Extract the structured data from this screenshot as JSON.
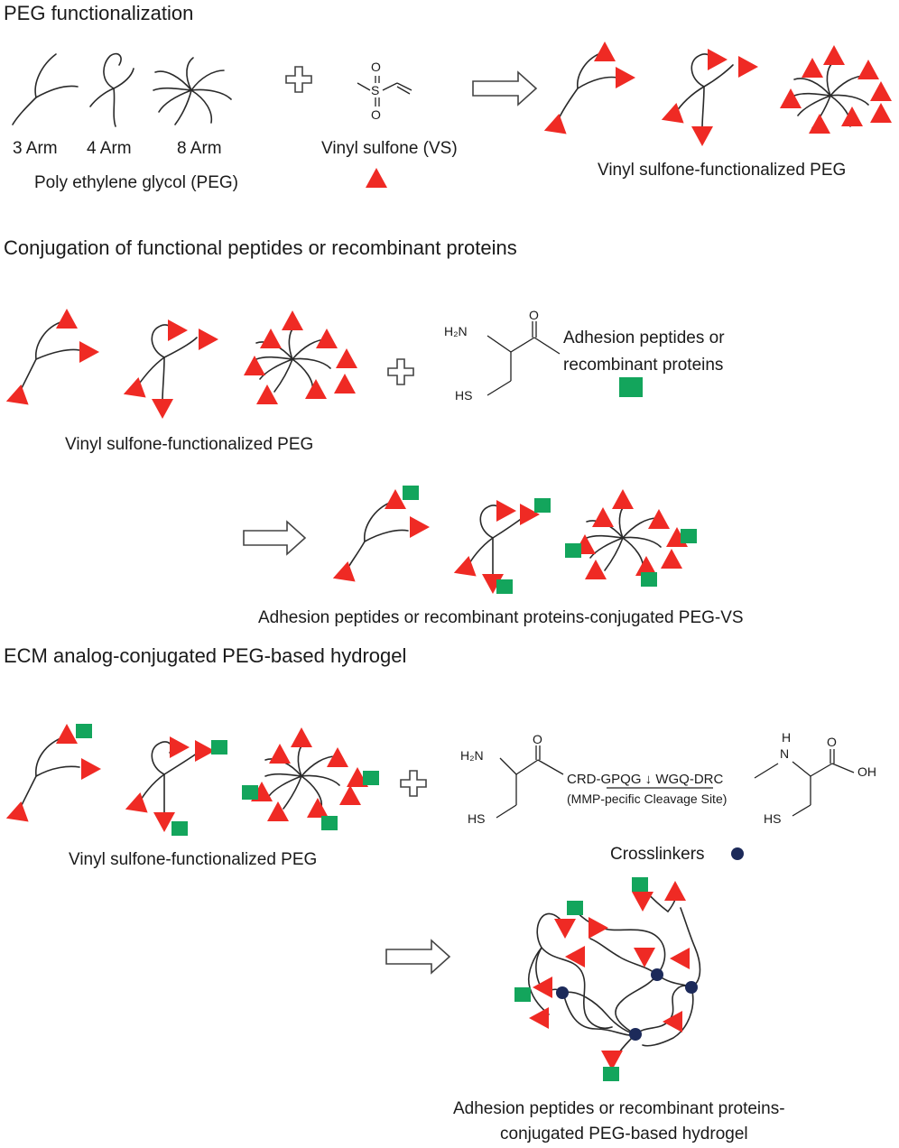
{
  "colors": {
    "vs_triangle": "#ef2a24",
    "peptide_square": "#13a55c",
    "crosslinker_dot": "#1c2a5a"
  },
  "section1": {
    "title": "PEG functionalization",
    "arm3": "3 Arm",
    "arm4": "4 Arm",
    "arm8": "8 Arm",
    "peg_label": "Poly ethylene glycol (PEG)",
    "vs_label": "Vinyl sulfone (VS)",
    "vs_atoms": {
      "sulfur": "S",
      "oxygen_top": "O",
      "oxygen_bottom": "O"
    },
    "product_label": "Vinyl sulfone-functionalized PEG"
  },
  "section2": {
    "title": "Conjugation of functional peptides or recombinant proteins",
    "reactant_label": "Vinyl sulfone-functionalized PEG",
    "cys_atoms": {
      "amine": "H₂N",
      "thiol": "HS",
      "oxygen": "O"
    },
    "peptide_label_line1": "Adhesion peptides or",
    "peptide_label_line2": "recombinant proteins",
    "product_label": "Adhesion peptides or recombinant proteins-conjugated PEG-VS"
  },
  "section3": {
    "title": "ECM analog-conjugated PEG-based hydrogel",
    "reactant_label": "Vinyl sulfone-functionalized PEG",
    "crosslinker_atoms": {
      "amine": "H₂N",
      "thiol_left": "HS",
      "oxygen_left": "O",
      "nh_h": "H",
      "nh_n": "N",
      "oxygen_right": "O",
      "hydroxyl": "OH",
      "thiol_right": "HS"
    },
    "sequence": "CRD-GPQG ↓ WGQ-DRC",
    "cleavage_note": "(MMP-pecific Cleavage Site)",
    "crosslinker_label": "Crosslinkers",
    "product_line1": "Adhesion peptides or recombinant proteins-",
    "product_line2": "conjugated PEG-based hydrogel"
  }
}
